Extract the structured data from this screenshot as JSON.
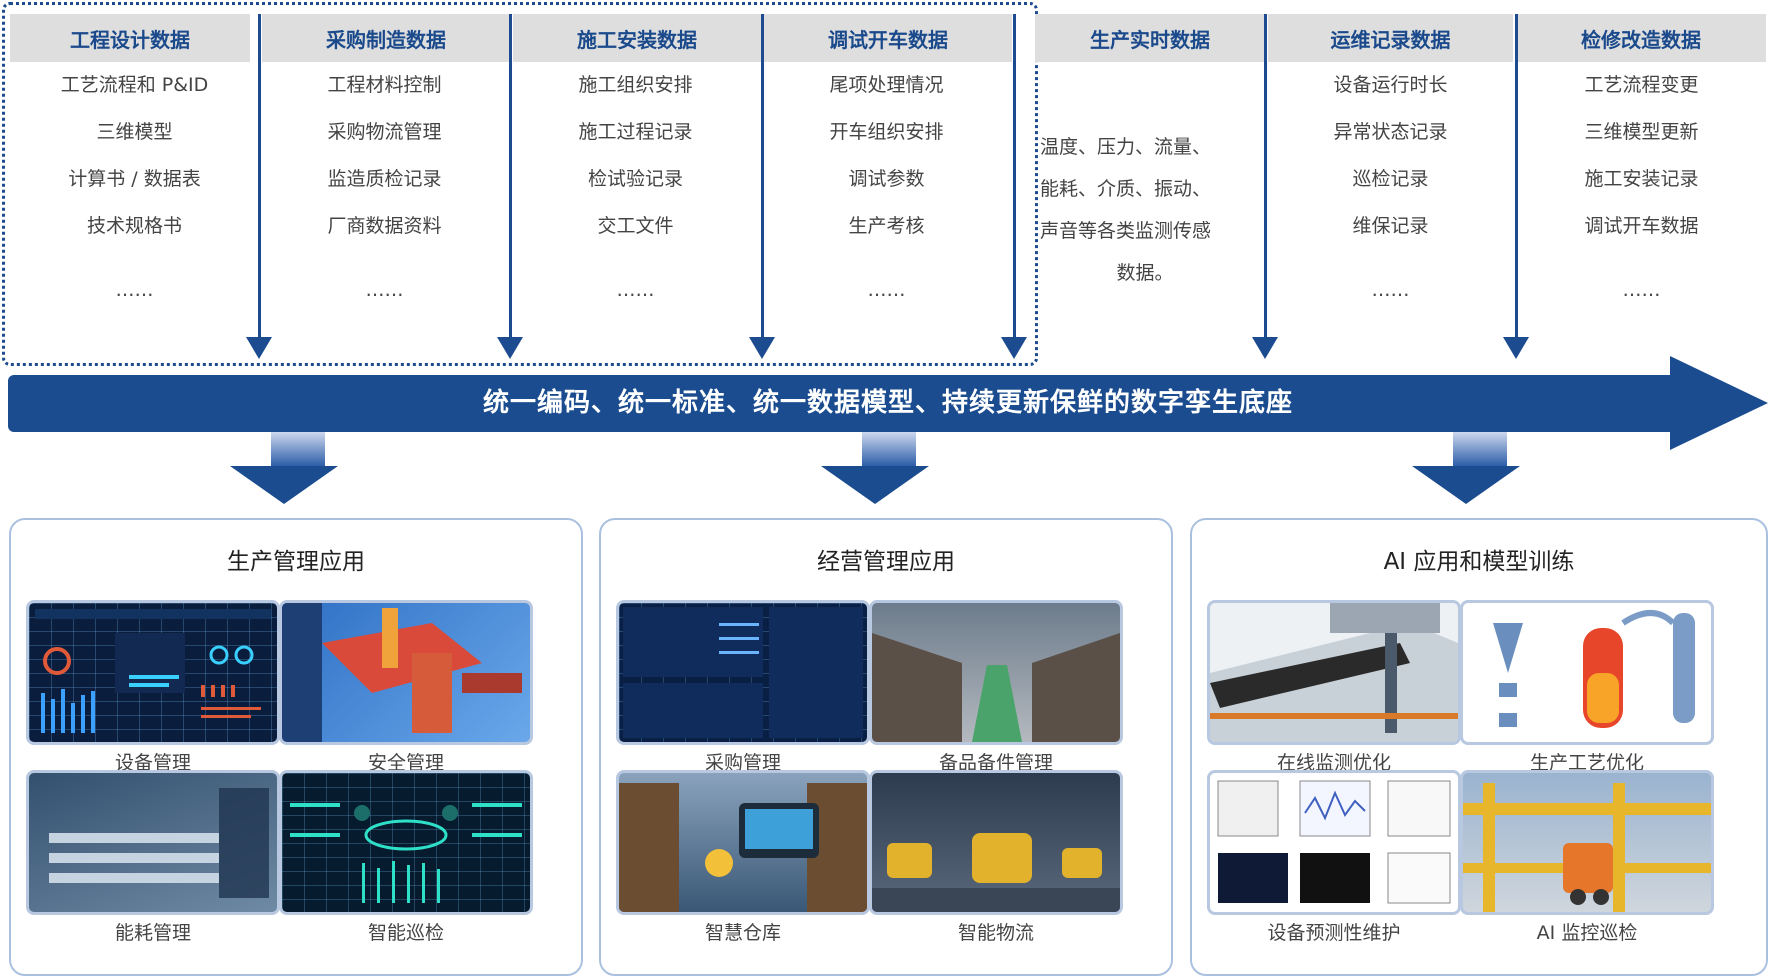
{
  "columns": [
    {
      "title": "工程设计数据",
      "items": [
        "工艺流程和 P&ID",
        "三维模型",
        "计算书 / 数据表",
        "技术规格书",
        "……"
      ]
    },
    {
      "title": "采购制造数据",
      "items": [
        "工程材料控制",
        "采购物流管理",
        "监造质检记录",
        "厂商数据资料",
        "……"
      ]
    },
    {
      "title": "施工安装数据",
      "items": [
        "施工组织安排",
        "施工过程记录",
        "检试验记录",
        "交工文件",
        "……"
      ]
    },
    {
      "title": "调试开车数据",
      "items": [
        "尾项处理情况",
        "开车组织安排",
        "调试参数",
        "生产考核",
        "……"
      ]
    },
    {
      "title": "生产实时数据",
      "items": [
        "温度、压力、流量、",
        "能耗、介质、振动、",
        "声音等各类监测传感",
        "数据。"
      ]
    },
    {
      "title": "运维记录数据",
      "items": [
        "设备运行时长",
        "异常状态记录",
        "巡检记录",
        "维保记录",
        "……"
      ]
    },
    {
      "title": "检修改造数据",
      "items": [
        "工艺流程变更",
        "三维模型更新",
        "施工安装记录",
        "调试开车数据",
        "……"
      ]
    }
  ],
  "band": {
    "text": "统一编码、统一标准、统一数据模型、持续更新保鲜的数字孪生底座"
  },
  "panels": [
    {
      "title": "生产管理应用",
      "items": [
        "设备管理",
        "安全管理",
        "能耗管理",
        "智能巡检"
      ]
    },
    {
      "title": "经营管理应用",
      "items": [
        "采购管理",
        "备品备件管理",
        "智慧仓库",
        "智能物流"
      ]
    },
    {
      "title": "AI 应用和模型训练",
      "items": [
        "在线监测优化",
        "生产工艺优化",
        "设备预测性维护",
        "AI 监控巡检"
      ]
    }
  ],
  "colors": {
    "primary": "#1a4c8f",
    "header_bg": "#dedede",
    "panel_border": "#a9c1df"
  }
}
